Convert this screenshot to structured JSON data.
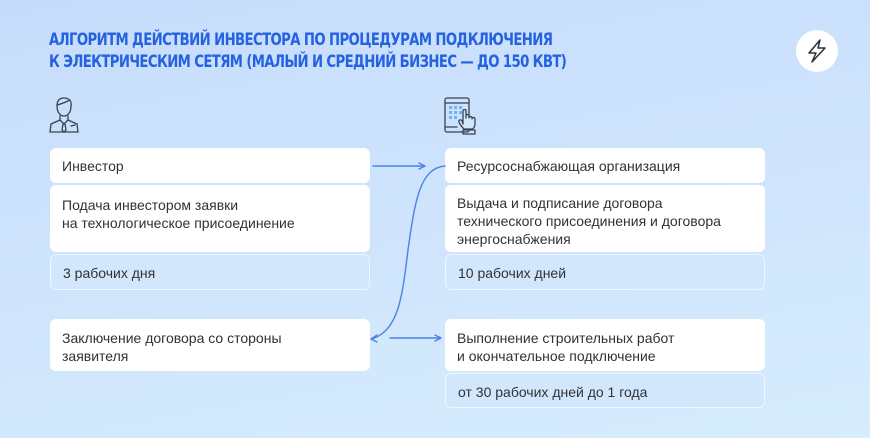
{
  "header": {
    "title_line1": "АЛГОРИТМ ДЕЙСТВИЙ ИНВЕСТОРА ПО ПРОЦЕДУРАМ ПОДКЛЮЧЕНИЯ",
    "title_line2": "К ЭЛЕКТРИЧЕСКИМ СЕТЯМ (МАЛЫЙ И СРЕДНИЙ БИЗНЕС — ДО 150 КВТ)",
    "logo_icon": "lightning-bolt-icon"
  },
  "colors": {
    "accent": "#2462e2",
    "arrow": "#4a82e8",
    "background_top": "#c6dcfb",
    "background_bottom": "#d6edfd",
    "card": "#ffffff",
    "card_alt": "#d3e7fc"
  },
  "left_column": {
    "icon": "investor-person-icon",
    "party": "Инвестор",
    "step1": "Подача инвестором заявки\nна технологическое присоединение",
    "step1_duration": "3 рабочих дня",
    "step2": "Заключение договора со стороны\nзаявителя"
  },
  "right_column": {
    "icon": "tablet-touch-icon",
    "party": "Ресурсоснабжающая организация",
    "step1": "Выдача и подписание договора\nтехнического присоединения и договора\nэнергоснабжения",
    "step1_duration": "10 рабочих дней",
    "step2": "Выполнение строительных работ\nи окончательное подключение",
    "step2_duration": "от 30 рабочих дней до 1 года"
  }
}
